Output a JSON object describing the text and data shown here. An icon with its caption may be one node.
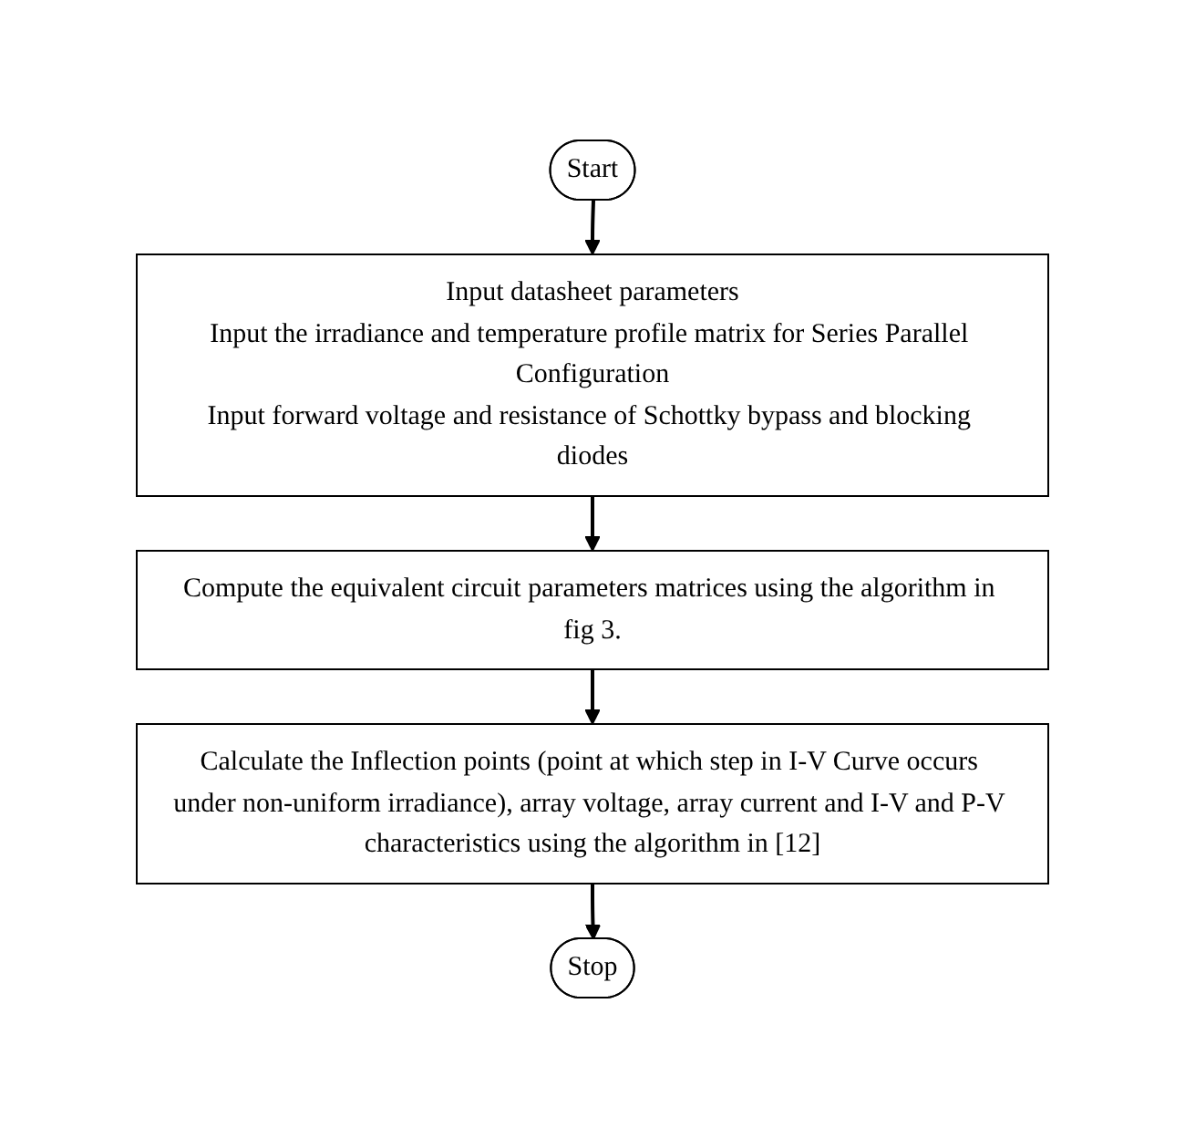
{
  "diagram": {
    "nodes": [
      {
        "text": [
          "Start"
        ]
      },
      {
        "text": [
          "Input datasheet parameters",
          "Input the irradiance and temperature profile matrix for Series Parallel Configuration",
          "Input forward voltage and resistance of Schottky bypass and blocking diodes"
        ]
      },
      {
        "text": [
          "Compute the equivalent circuit parameters matrices using the algorithm in fig 3."
        ]
      },
      {
        "text": [
          "Calculate the Inflection points (point at which step in I-V Curve occurs under non-uniform irradiance), array voltage, array current and I-V and P-V characteristics using the algorithm in [12]"
        ]
      },
      {
        "text": [
          "Stop"
        ]
      }
    ],
    "edges": [
      {
        "from": 0,
        "to": 1,
        "arrow": "to"
      },
      {
        "from": 1,
        "to": 2,
        "arrow": "to"
      },
      {
        "from": 2,
        "to": 3,
        "arrow": "to"
      },
      {
        "from": 3,
        "to": 4,
        "arrow": "to"
      }
    ]
  }
}
